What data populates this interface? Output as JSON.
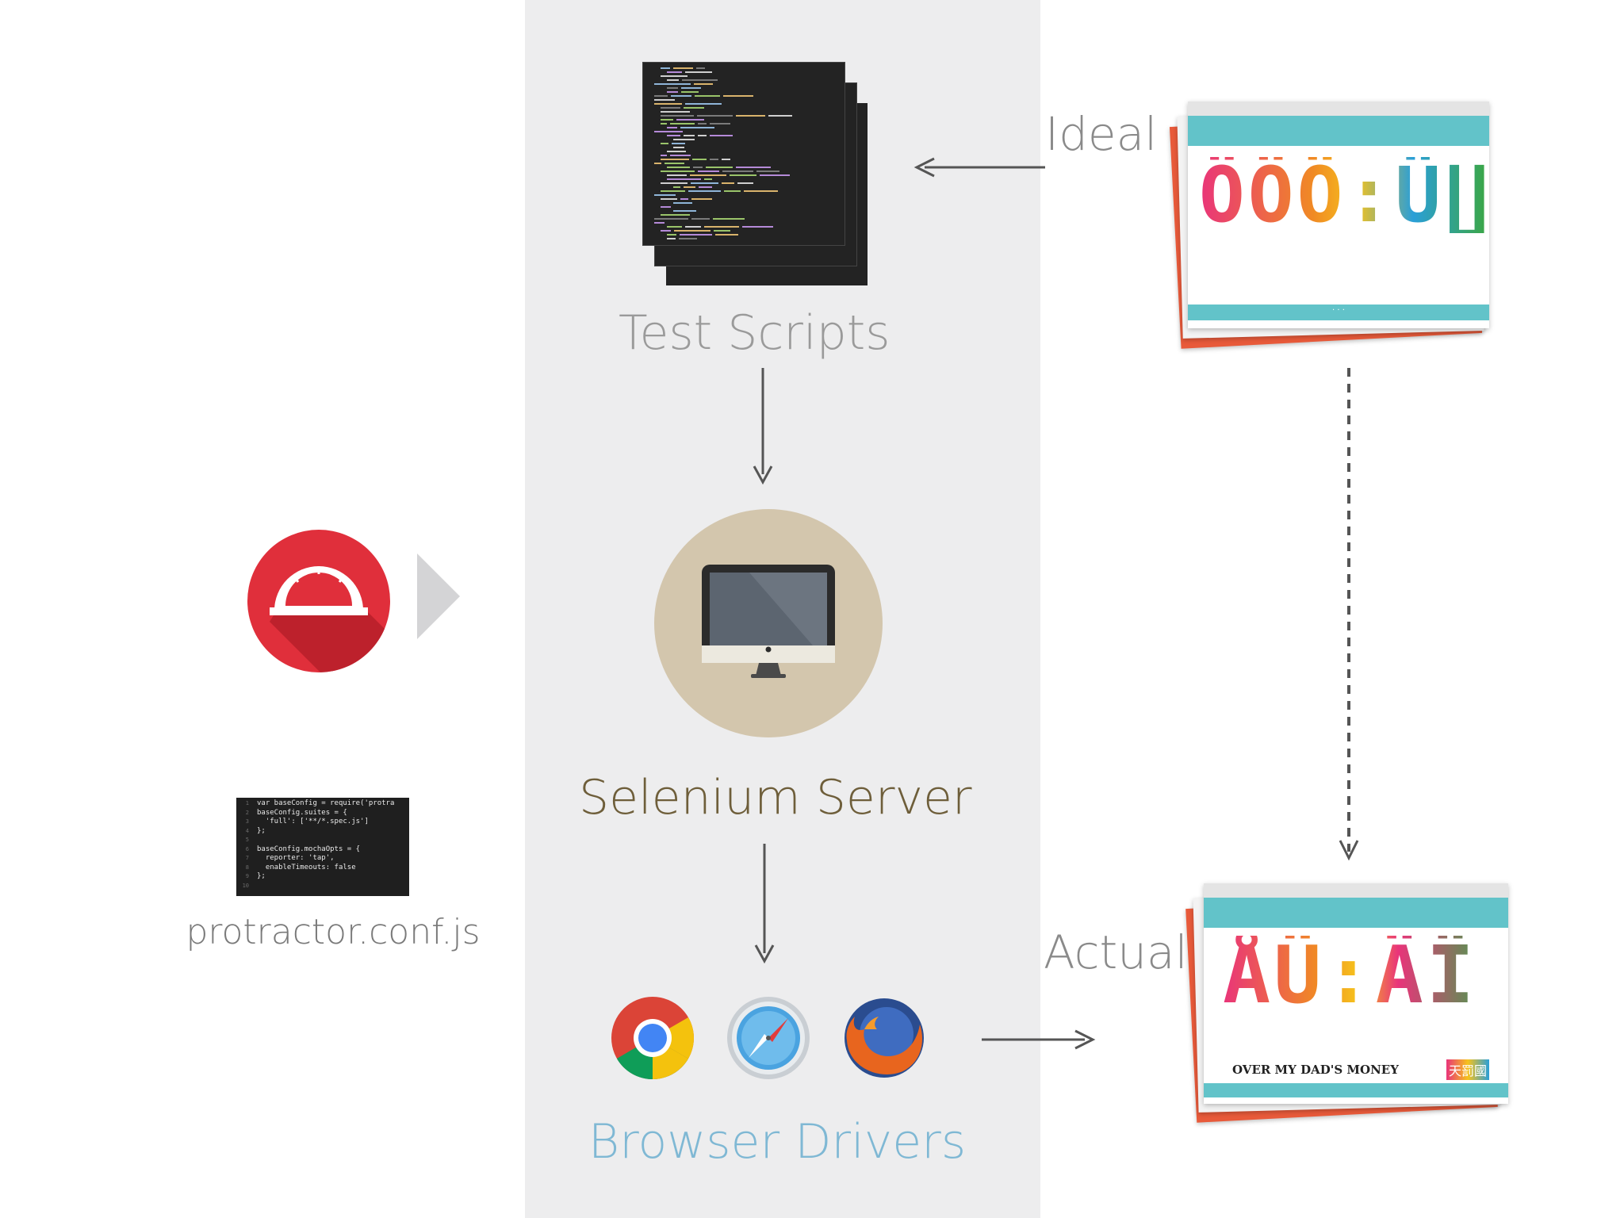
{
  "labels": {
    "test_scripts": "Test Scripts",
    "selenium_server": "Selenium Server",
    "browser_drivers": "Browser Drivers",
    "conf_file": "protractor.conf.js",
    "ideal": "Ideal",
    "actual": "Actual"
  },
  "ideal_site": {
    "headline": "ÖÖÖ:Ü∐",
    "tagline": "· · ·"
  },
  "actual_site": {
    "headline": "ÅÜ:ÄÏ",
    "tagline": "OVER MY DAD'S MONEY",
    "badge": "天罰國"
  },
  "conf_code": [
    "var baseConfig = require('protra",
    "baseConfig.suites = {",
    "  'full': ['**/*.spec.js']",
    "};",
    "",
    "baseConfig.mochaOpts = {",
    "  reporter: 'tap',",
    "  enableTimeouts: false",
    "};"
  ],
  "conf_line_numbers": [
    "1",
    "2",
    "3",
    "4",
    "5",
    "6",
    "7",
    "8",
    "9",
    "10"
  ],
  "colors": {
    "panel_bg": "#ededee",
    "label_gray": "#9a9a9a",
    "selenium_label": "#6e5e3a",
    "drivers_label": "#7fb8d4",
    "arrow": "#555555",
    "server_circle": "#d3c6ad",
    "protractor_red": "#e02f3b"
  },
  "icons": {
    "protractor": "protractor-logo-icon",
    "server": "imac-monitor-icon",
    "chrome": "chrome-icon",
    "safari": "safari-icon",
    "firefox": "firefox-icon",
    "play": "play-triangle-icon"
  }
}
